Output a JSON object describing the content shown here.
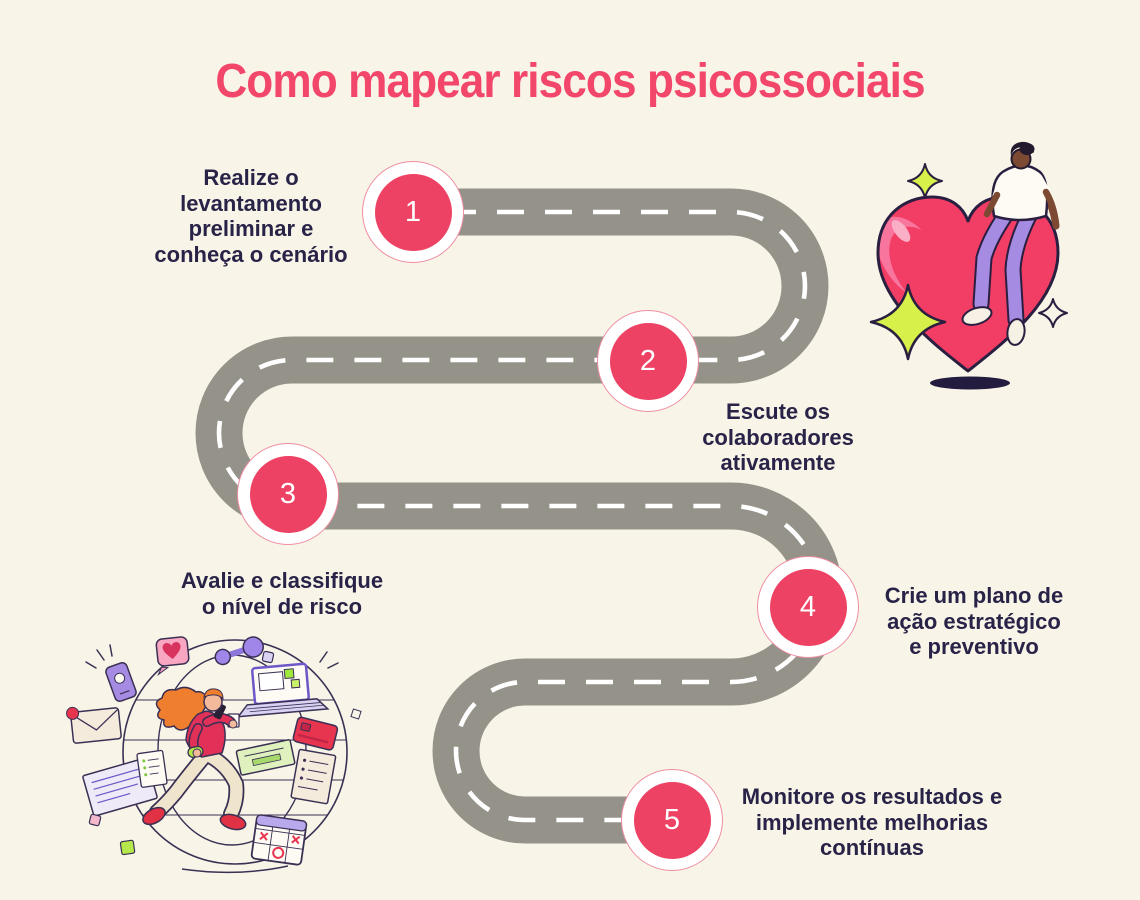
{
  "title": "Como mapear riscos psicossociais",
  "steps": [
    {
      "number": "1",
      "label": "Realize o levantamento preliminar e conheça o cenário",
      "lines": [
        "Realize o",
        "levantamento",
        "preliminar e",
        "conheça o cenário"
      ]
    },
    {
      "number": "2",
      "label": "Escute os colaboradores ativamente",
      "lines": [
        "Escute os",
        "colaboradores",
        "ativamente"
      ]
    },
    {
      "number": "3",
      "label": "Avalie e classifique o nível de risco",
      "lines": [
        "Avalie e classifique",
        "o nível de risco"
      ]
    },
    {
      "number": "4",
      "label": "Crie um plano de ação estratégico e preventivo",
      "lines": [
        "Crie um plano de",
        "ação estratégico",
        "e preventivo"
      ]
    },
    {
      "number": "5",
      "label": "Monitore os resultados e implemente melhorias contínuas",
      "lines": [
        "Monitore os resultados e",
        "implemente melhorias",
        "contínuas"
      ]
    }
  ],
  "colors": {
    "background": "#F8F5E8",
    "title_pink": "#F2466B",
    "step_text_navy": "#2A2348",
    "road_gray": "#95928A",
    "road_dash_white": "#FFFFFF",
    "marker_pink": "#EE4265",
    "marker_ring": "#FFFFFF",
    "heart_pink": "#F23D65",
    "sparkle_green": "#D7F04A",
    "outline_navy": "#2A1F40"
  },
  "illustrations": {
    "heart": {
      "name": "person-sitting-on-heart",
      "description": "Person in white shirt and purple pants sitting on a large pink heart with green sparkles and shadow"
    },
    "wheel": {
      "name": "woman-running-in-wheel",
      "description": "Woman running inside a wheel surrounded by phone, laptop, mail, papers, calendar, dumbbell and card"
    }
  }
}
